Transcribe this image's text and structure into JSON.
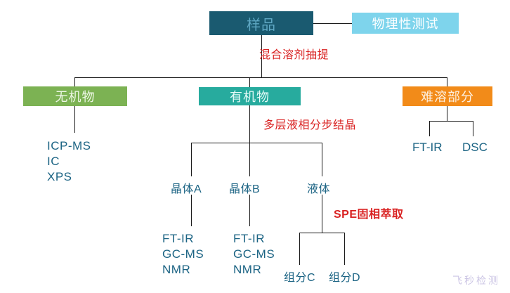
{
  "diagram": {
    "title": "样品",
    "nodes": {
      "sample": "样品",
      "physical_test": "物理性测试",
      "inorganic": "无机物",
      "organic": "有机物",
      "insoluble": "难溶部分",
      "crystal_a": "晶体A",
      "crystal_b": "晶体B",
      "liquid": "液体",
      "component_c": "组分C",
      "component_d": "组分D"
    },
    "process_labels": {
      "mixed_solvent_extraction": "混合溶剂抽提",
      "fractional_crystallization": "多层液相分步结晶",
      "spe_extraction": "SPE固相萃取"
    },
    "analyses": {
      "inorganic": [
        "ICP-MS",
        "IC",
        "XPS"
      ],
      "insoluble_ftir": "FT-IR",
      "insoluble_dsc": "DSC",
      "crystal_a": [
        "FT-IR",
        "GC-MS",
        "NMR"
      ],
      "crystal_b": [
        "FT-IR",
        "GC-MS",
        "NMR"
      ]
    },
    "watermark": "飞秒检测",
    "colors": {
      "sample_box": "#1a5a70",
      "physical_box": "#7ed4ec",
      "inorganic_box": "#7cb253",
      "organic_box": "#27ab9e",
      "insoluble_box": "#f28b19",
      "process_text": "#d92121",
      "node_text": "#1c6484",
      "line": "#1a1a1a",
      "watermark": "#c3bbe0"
    }
  }
}
